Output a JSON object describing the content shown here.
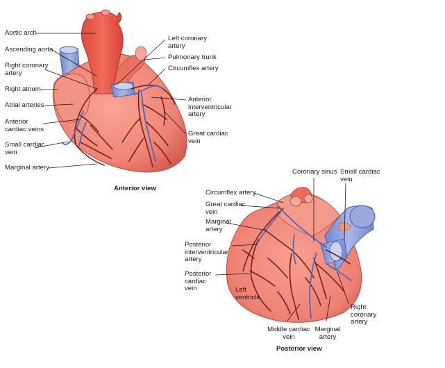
{
  "anterior": {
    "caption": "Anterior view",
    "labels": {
      "aortic_arch": "Aortic arch",
      "ascending_aorta": "Ascending aorta",
      "right_coronary_artery": "Right coronary\nartery",
      "right_atrium": "Right atrium",
      "atrial_arteries": "Atrial arteries",
      "anterior_cardiac_veins": "Anterior\ncardiac veins",
      "small_cardiac_vein": "Small cardiac\nvein",
      "marginal_artery": "Marginal artery",
      "left_coronary_artery": "Left coronary\nartery",
      "pulmonary_trunk": "Pulmonary trunk",
      "circumflex_artery": "Circumflex artery",
      "anterior_interventricular_artery": "Anterior\ninterventricular\nartery",
      "great_cardiac_vein": "Great cardiac\nvein"
    }
  },
  "posterior": {
    "caption": "Posterior view",
    "labels": {
      "circumflex_artery": "Circumflex artery",
      "great_cardiac_vein": "Great cardiac\nvein",
      "marginal_artery": "Marginal\nartery",
      "posterior_interventricular_artery": "Posterior\ninterventricular\nartery",
      "posterior_cardiac_vein": "Posterior\ncardiac\nvein",
      "coronary_sinus": "Coronary sinus",
      "small_cardiac_vein": "Small cardiac\nvein",
      "left_ventricle": "Left\nventricle",
      "right_coronary_artery": "Right\ncoronary\nartery",
      "middle_cardiac_vein": "Middle cardiac\nvein",
      "marginal_artery_bottom": "Marginal\nartery"
    }
  },
  "colors": {
    "heart_muscle": "#f4897a",
    "heart_shade": "#e0665a",
    "aorta": "#ee5a4c",
    "artery": "#7a1f14",
    "vein": "#5a78c8",
    "vessel_light": "#9fb0e0",
    "leader_line": "#1a1a1a"
  }
}
